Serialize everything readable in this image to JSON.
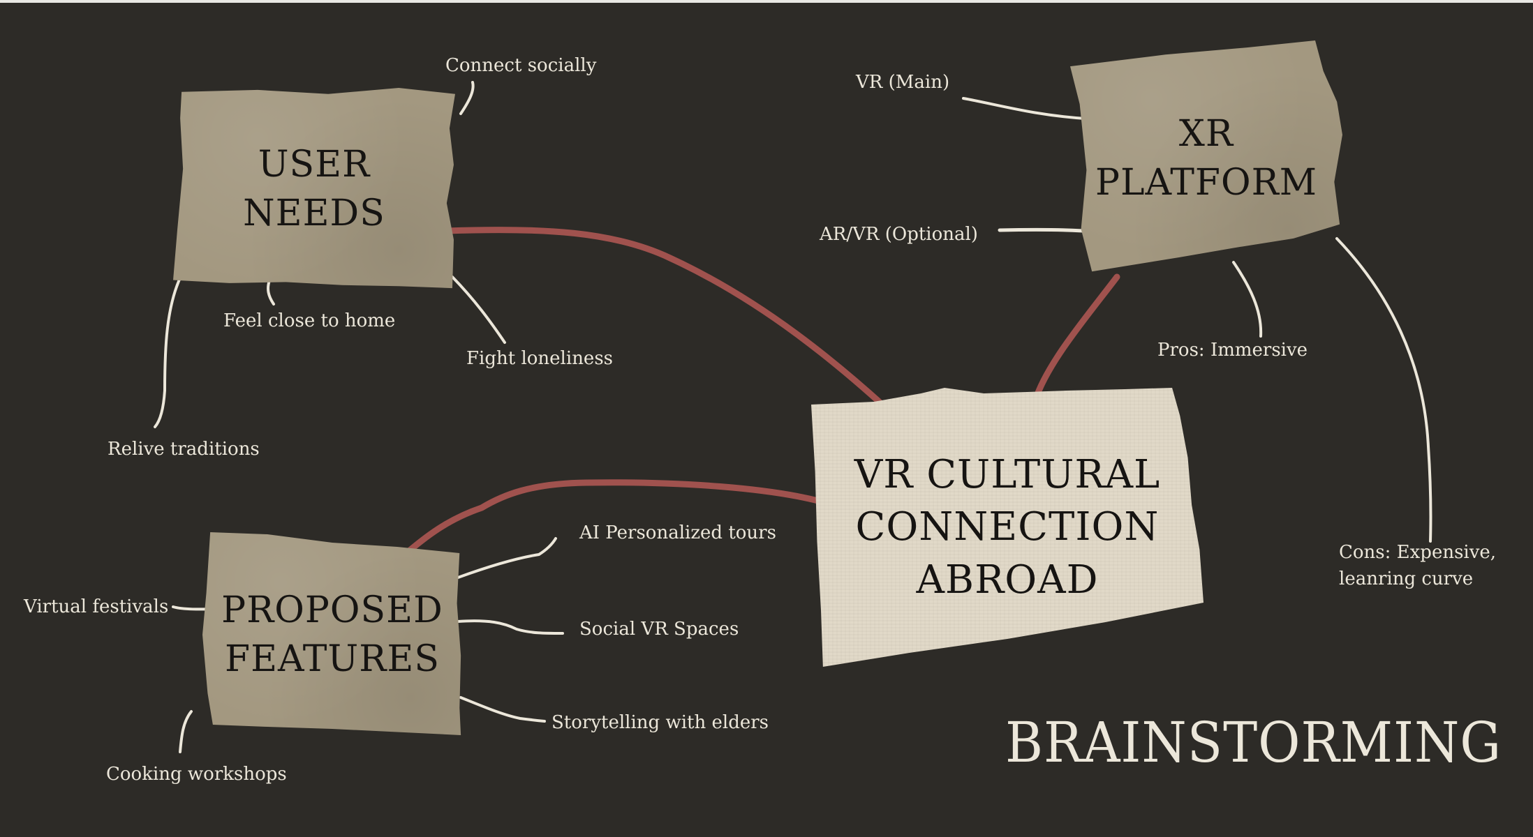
{
  "title": "BRAINSTORMING",
  "colors": {
    "background": "#2d2b27",
    "connector_red": "#a0524e",
    "branch_white": "#ece7da",
    "kraft_paper": "#a39880",
    "linen_paper": "#e1d9c8"
  },
  "center": {
    "label": "VR CULTURAL\nCONNECTION\nABROAD"
  },
  "nodes": {
    "user_needs": {
      "label": "USER\nNEEDS",
      "branches": [
        "Connect socially",
        "Feel close to home",
        "Fight loneliness",
        "Relive traditions"
      ]
    },
    "xr_platform": {
      "label": "XR\nPLATFORM",
      "branches": [
        "VR (Main)",
        "AR/VR (Optional)",
        "Pros: Immersive",
        "Cons: Expensive,\nleanring curve"
      ]
    },
    "proposed_features": {
      "label": "PROPOSED\nFEATURES",
      "branches": [
        "AI Personalized tours",
        "Virtual festivals",
        "Social VR Spaces",
        "Storytelling with elders",
        "Cooking workshops"
      ]
    }
  }
}
